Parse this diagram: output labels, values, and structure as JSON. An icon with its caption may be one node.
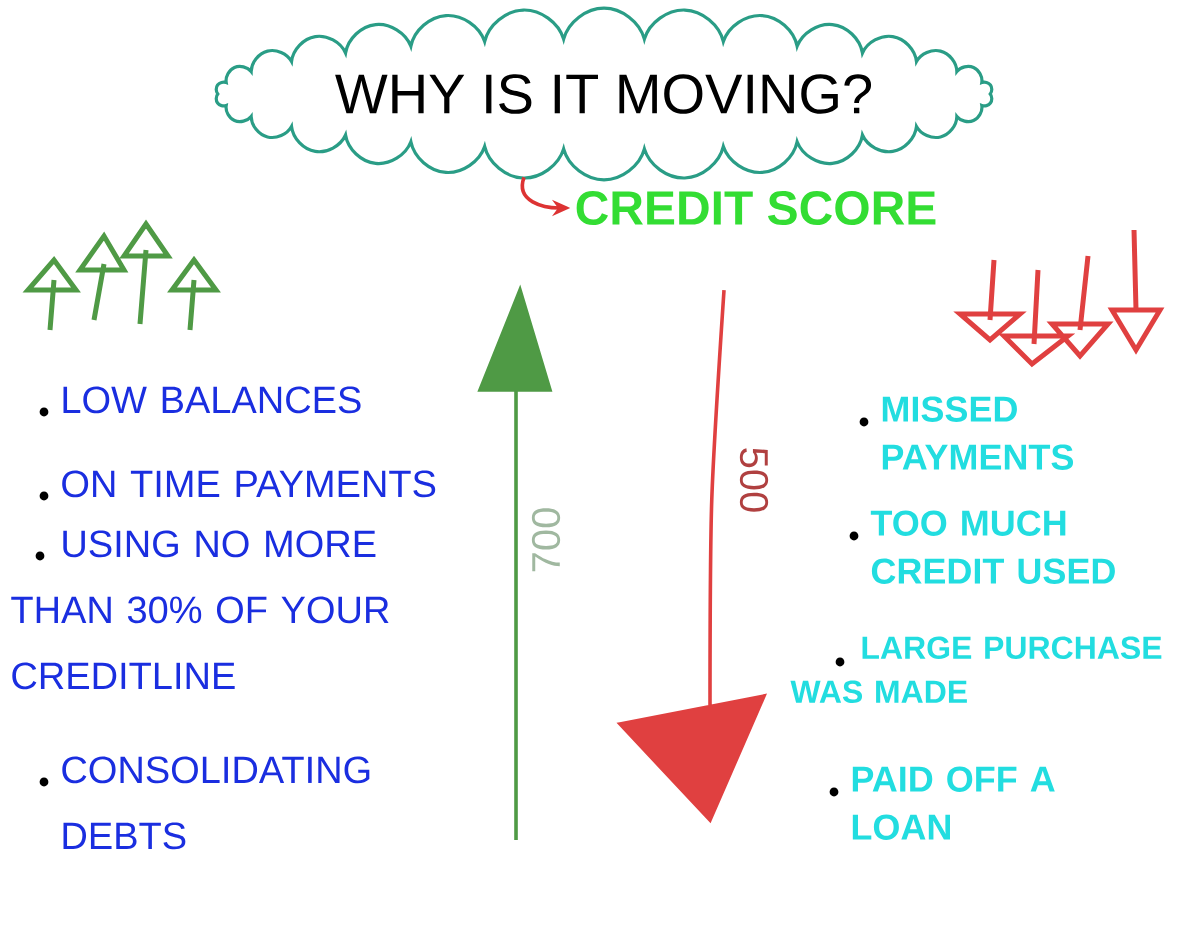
{
  "diagram": {
    "nodes": [
      {
        "text": [
          "WHY IS IT MOVING?"
        ]
      },
      {
        "text": [
          "CREDIT SCORE"
        ]
      }
    ],
    "edges": [
      {
        "from": 0,
        "to": 1,
        "arrow": "to",
        "color": "#dd3333"
      }
    ],
    "labels": [
      "LOW BALANCES",
      "ON TIME PAYMENTS",
      "USING NO MORE THAN 30% OF YOUR CREDITLINE",
      "CONSOLIDATING DEBTS",
      "700",
      "500",
      "MISSED PAYMENTS",
      "TOO MUCH CREDIT USED",
      "LARGE PURCHASE WAS MADE",
      "PAID OFF A LOAN"
    ]
  }
}
